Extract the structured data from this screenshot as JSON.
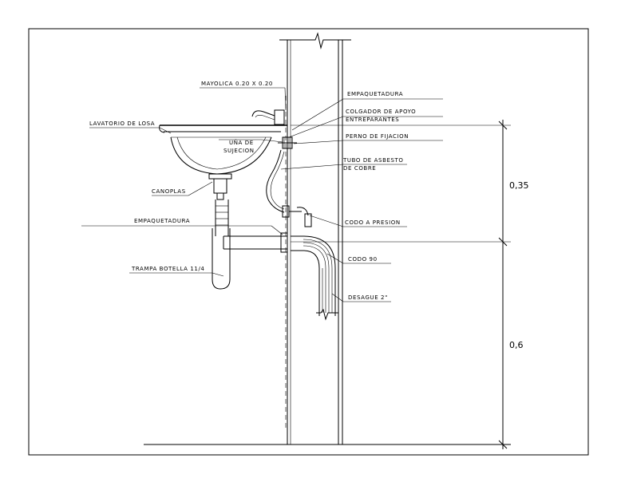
{
  "labels": {
    "mayolica": "MAYOLICA 0.20 X 0.20",
    "empaquetadura_top": "EMPAQUETADURA",
    "colgador_1": "COLGADOR DE APOYO",
    "colgador_2": "ENTREPARANTES",
    "lavatorio": "LAVATORIO DE LOSA",
    "una_1": "UÑA DE",
    "una_2": "SUJECION",
    "perno": "PERNO DE FIJACION",
    "tubo_1": "TUBO DE ASBESTO",
    "tubo_2": "DE COBRE",
    "canoplas": "CANOPLAS",
    "empaquetadura_mid": "EMPAQUETADURA",
    "codo_presion": "CODO A PRESION",
    "codo_90": "CODO 90",
    "trampa": "TRAMPA BOTELLA 11/4",
    "desague": "DESAGUE 2\""
  },
  "dimensions": {
    "upper": "0,35",
    "lower": "0,6"
  }
}
